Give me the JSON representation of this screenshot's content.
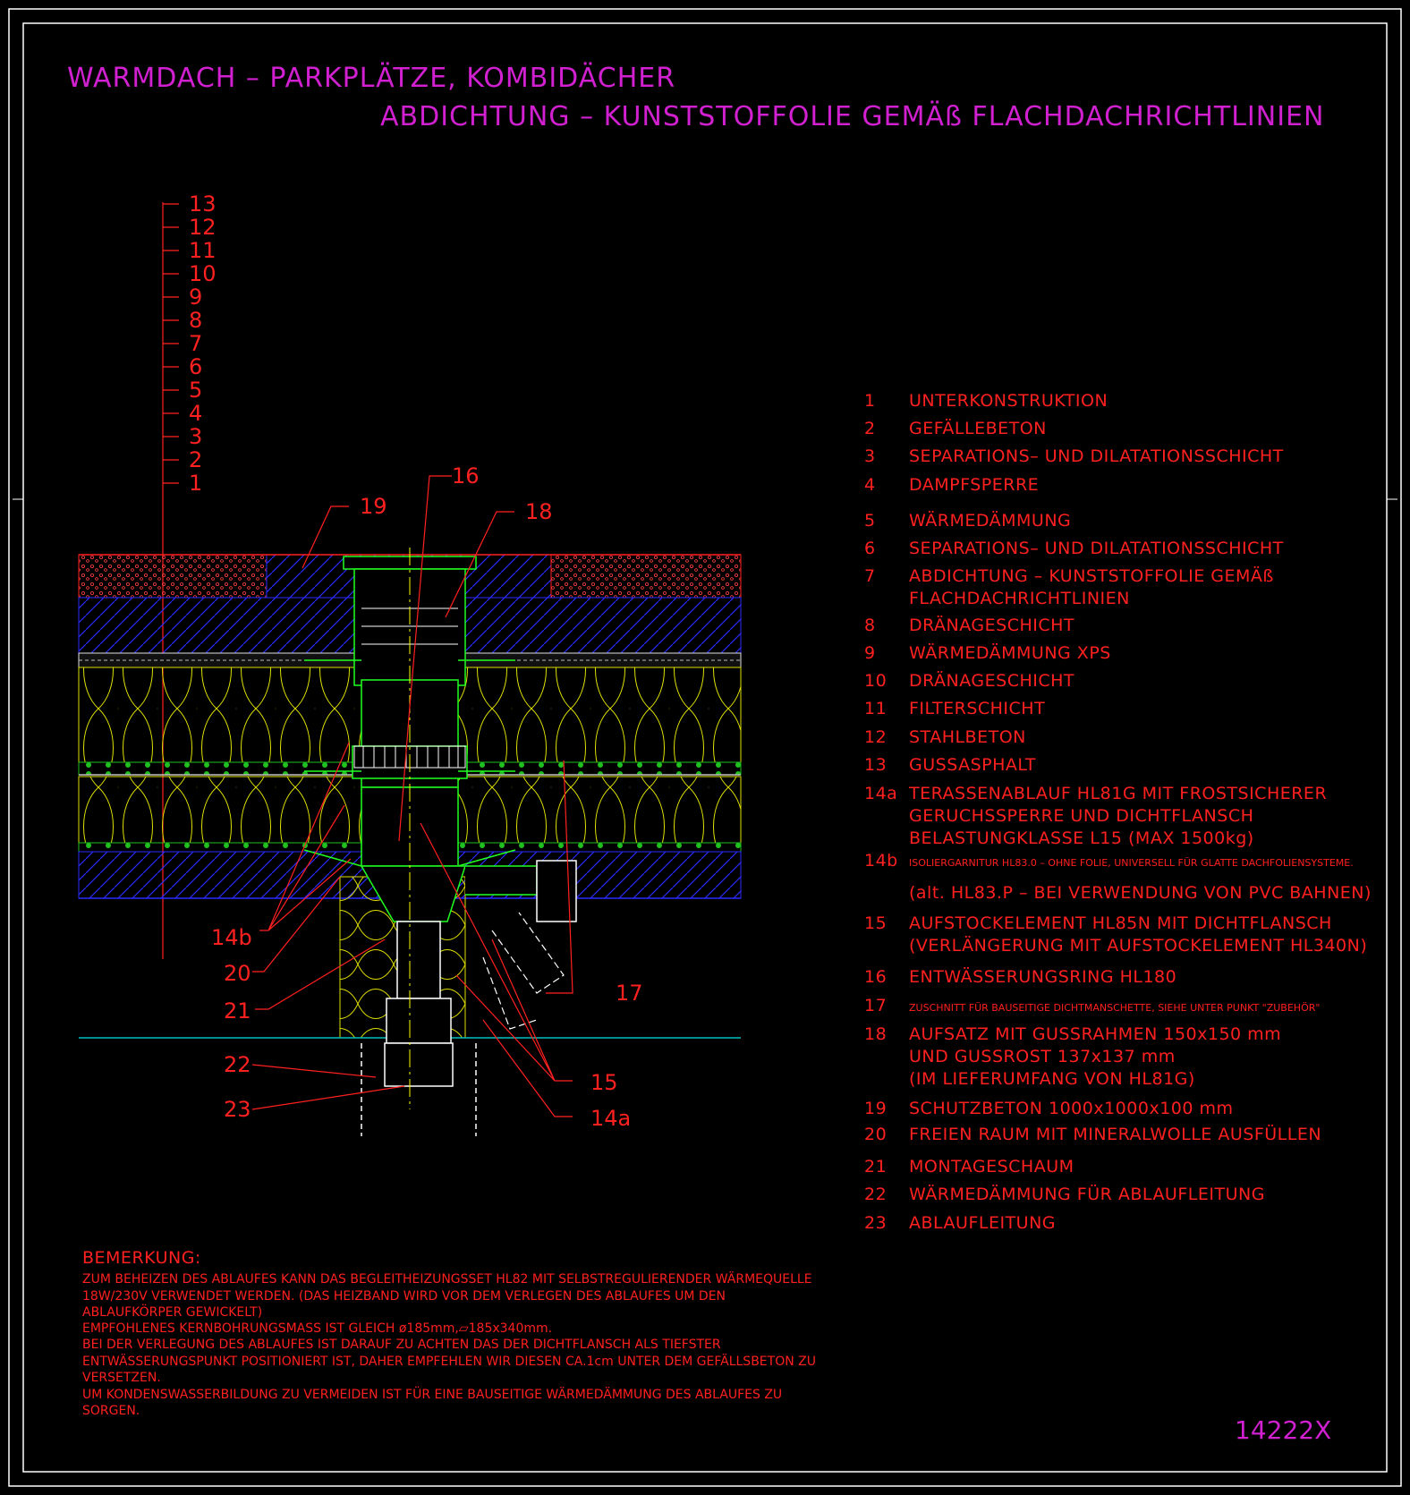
{
  "title": {
    "line1": "WARMDACH – PARKPLÄTZE, KOMBIDÄCHER",
    "line2": "ABDICHTUNG – KUNSTSTOFFOLIE GEMÄß FLACHDACHRICHTLINIEN"
  },
  "layer_scale": [
    "13",
    "12",
    "11",
    "10",
    "9",
    "8",
    "7",
    "6",
    "5",
    "4",
    "3",
    "2",
    "1"
  ],
  "callouts": {
    "c16": "16",
    "c18": "18",
    "c19": "19",
    "c17": "17",
    "c14b": "14b",
    "c20": "20",
    "c21": "21",
    "c22": "22",
    "c23": "23",
    "c15": "15",
    "c14a": "14a"
  },
  "legend": [
    {
      "num": "1",
      "lines": [
        "UNTERKONSTRUKTION"
      ]
    },
    {
      "num": "2",
      "lines": [
        "GEFÄLLEBETON"
      ]
    },
    {
      "num": "3",
      "lines": [
        "SEPARATIONS– UND DILATATIONSSCHICHT"
      ]
    },
    {
      "num": "4",
      "lines": [
        "DAMPFSPERRE"
      ]
    },
    {
      "num": "5",
      "lines": [
        "WÄRMEDÄMMUNG"
      ]
    },
    {
      "num": "6",
      "lines": [
        "SEPARATIONS– UND DILATATIONSSCHICHT"
      ]
    },
    {
      "num": "7",
      "lines": [
        "ABDICHTUNG – KUNSTSTOFFOLIE GEMÄß",
        "FLACHDACHRICHTLINIEN"
      ]
    },
    {
      "num": "8",
      "lines": [
        "DRÄNAGESCHICHT"
      ]
    },
    {
      "num": "9",
      "lines": [
        "WÄRMEDÄMMUNG XPS"
      ]
    },
    {
      "num": "10",
      "lines": [
        "DRÄNAGESCHICHT"
      ]
    },
    {
      "num": "11",
      "lines": [
        "FILTERSCHICHT"
      ]
    },
    {
      "num": "12",
      "lines": [
        "STAHLBETON"
      ]
    },
    {
      "num": "13",
      "lines": [
        "GUSSASPHALT"
      ]
    },
    {
      "num": "14a",
      "lines": [
        "TERASSENABLAUF HL81G MIT FROSTSICHERER",
        "GERUCHSSPERRE UND DICHTFLANSCH",
        "BELASTUNGKLASSE L15 (MAX 1500kg)"
      ]
    },
    {
      "num": "14b",
      "lines": [
        "ISOLIERGARNITUR HL83.0 – OHNE FOLIE, UNIVERSELL FÜR GLATTE DACHFOLIENSYSTEME.",
        "(alt. HL83.P – BEI VERWENDUNG VON PVC BAHNEN)"
      ]
    },
    {
      "num": "15",
      "lines": [
        "AUFSTOCKELEMENT HL85N MIT DICHTFLANSCH",
        "(VERLÄNGERUNG MIT AUFSTOCKELEMENT HL340N)"
      ]
    },
    {
      "num": "16",
      "lines": [
        "ENTWÄSSERUNGSRING HL180"
      ]
    },
    {
      "num": "17",
      "lines": [
        "ZUSCHNITT FÜR BAUSEITIGE DICHTMANSCHETTE, SIEHE UNTER PUNKT \"ZUBEHÖR\""
      ]
    },
    {
      "num": "18",
      "lines": [
        "AUFSATZ MIT GUSSRAHMEN 150x150 mm",
        "UND GUSSROST 137x137 mm",
        "(IM LIEFERUMFANG VON HL81G)"
      ]
    },
    {
      "num": "19",
      "lines": [
        "SCHUTZBETON 1000x1000x100 mm"
      ]
    },
    {
      "num": "20",
      "lines": [
        "FREIEN RAUM MIT MINERALWOLLE AUSFÜLLEN"
      ]
    },
    {
      "num": "21",
      "lines": [
        "MONTAGESCHAUM"
      ]
    },
    {
      "num": "22",
      "lines": [
        "WÄRMEDÄMMUNG FÜR ABLAUFLEITUNG"
      ]
    },
    {
      "num": "23",
      "lines": [
        "ABLAUFLEITUNG"
      ]
    }
  ],
  "notes": {
    "heading": "BEMERKUNG:",
    "lines": [
      "ZUM BEHEIZEN DES ABLAUFES KANN DAS BEGLEITHEIZUNGSSET HL82 MIT SELBSTREGULIERENDER WÄRMEQUELLE",
      "18W/230V VERWENDET WERDEN. (DAS HEIZBAND WIRD VOR DEM VERLEGEN DES ABLAUFES UM DEN",
      "ABLAUFKÖRPER GEWICKELT)",
      "EMPFOHLENES KERNBOHRUNGSMASS IST GLEICH ø185mm,▱185x340mm.",
      "BEI DER VERLEGUNG DES ABLAUFES IST DARAUF ZU ACHTEN DAS DER DICHTFLANSCH ALS TIEFSTER",
      "ENTWÄSSERUNGSPUNKT POSITIONIERT IST, DAHER EMPFEHLEN WIR DIESEN CA.1cm UNTER DEM GEFÄLLSBETON ZU",
      "VERSETZEN.",
      "UM KONDENSWASSERBILDUNG ZU VERMEIDEN IST FÜR EINE BAUSEITIGE WÄRMEDÄMMUNG DES ABLAUFES ZU",
      "SORGEN."
    ]
  },
  "drawing_code": "14222X",
  "colors": {
    "background": "#000000",
    "frame": "#ffffff",
    "title": "#d020d0",
    "annotation": "#ff2020",
    "concrete_hatch": "#2a2aff",
    "insulation": "#e0e000",
    "drain": "#20ff20",
    "pipe": "#ffffff",
    "ground_line": "#00c0c0"
  }
}
